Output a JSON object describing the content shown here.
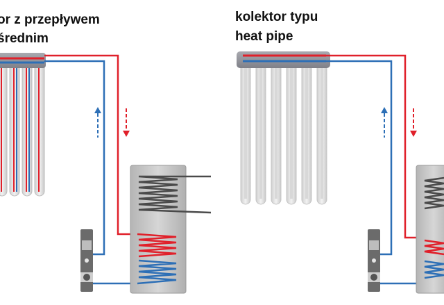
{
  "diagram": {
    "left_panel": {
      "title_line1": "or z przepływem",
      "title_line2": "średnim"
    },
    "right_panel": {
      "title_line1": "kolektor typu",
      "title_line2": "heat pipe"
    },
    "colors": {
      "hot_pipe": "#e0202a",
      "cold_pipe": "#2d6fb6",
      "tank_body": "#c7c7c7",
      "tube_glass": "#e3e3e3",
      "coil_gray": "#4a4a4a"
    }
  }
}
